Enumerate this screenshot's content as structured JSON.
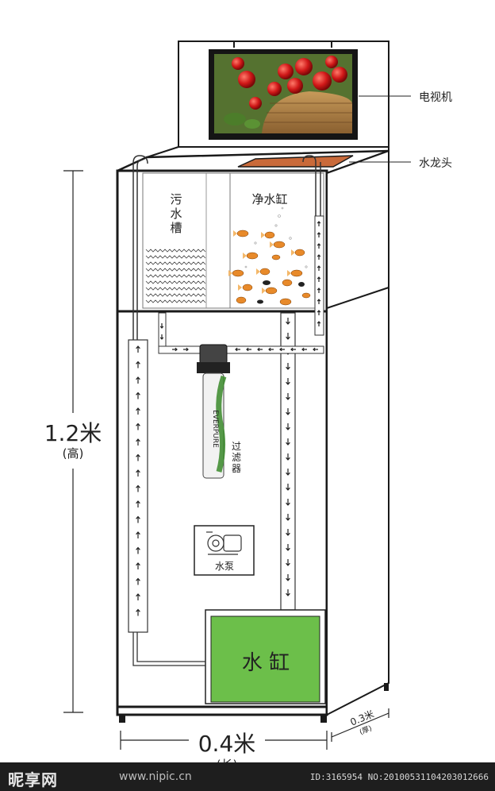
{
  "labels": {
    "tv": "电视机",
    "faucet": "水龙头",
    "dirty_tank": "污水槽",
    "clean_tank": "净水缸",
    "filter": "过滤器",
    "pump": "水泵",
    "water_tank": "水 缸",
    "height_value": "1.2米",
    "height_unit": "(高)",
    "length_value": "0.4米",
    "length_unit": "(长)",
    "depth_value": "0.3米",
    "depth_unit": "(厚)",
    "filter_brand": "EVERPURE"
  },
  "footer": {
    "brand": "昵享网",
    "site": "www.nipic.cn",
    "id_text": "ID:3165954 NO:20100531104203012666"
  },
  "colors": {
    "tank_green": "#6cbf4a",
    "frame": "#1a1a1a",
    "tv_frame": "#151515",
    "clean_tank_top": "#c96a3a"
  }
}
